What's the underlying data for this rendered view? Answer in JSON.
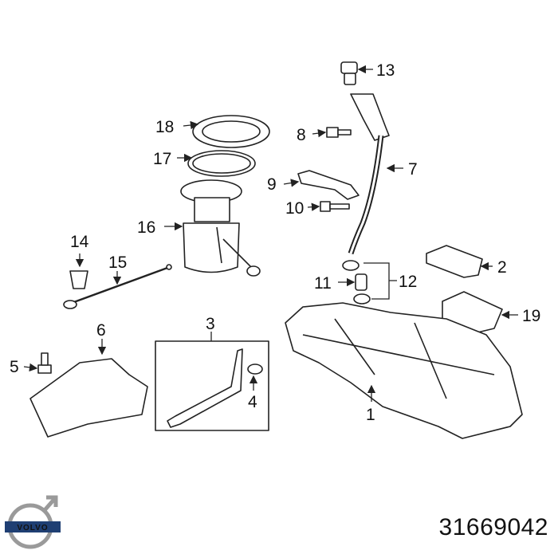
{
  "callouts": [
    "1",
    "2",
    "3",
    "4",
    "5",
    "6",
    "7",
    "8",
    "9",
    "10",
    "11",
    "12",
    "13",
    "14",
    "15",
    "16",
    "17",
    "18",
    "19"
  ],
  "part_number": "31669042",
  "brand": {
    "wordmark": "VOLVO",
    "icon": "volvo-logo-icon",
    "color": "#1f3f73"
  },
  "colors": {
    "line": "#222222",
    "fill": "#ffffff",
    "shade": "#e6e6e6"
  }
}
